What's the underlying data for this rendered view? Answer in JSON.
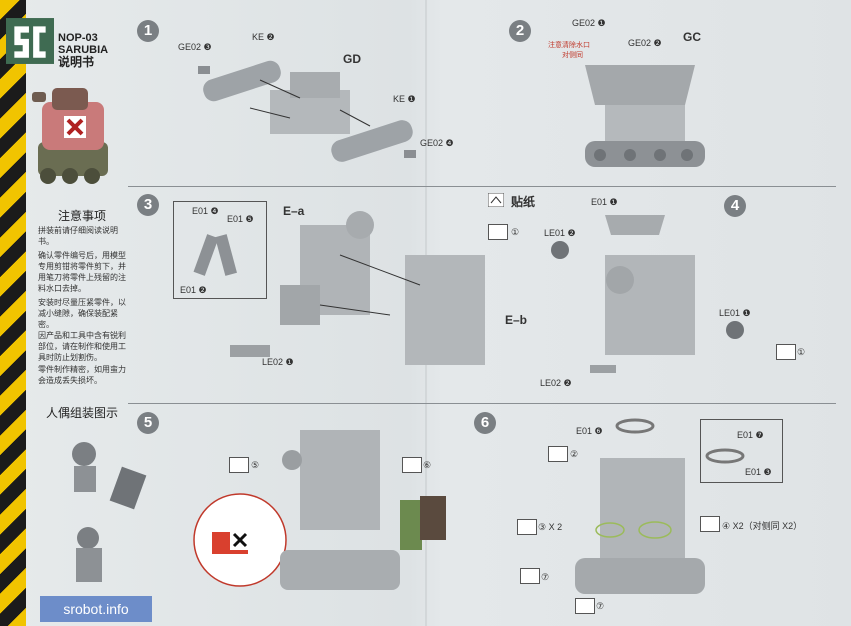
{
  "header": {
    "model_code": "NOP-03",
    "model_name": "SARUBIA",
    "manual_title": "说明书"
  },
  "steps": [
    {
      "num": "1",
      "labels": [
        "GE02 ❸",
        "KE ❷",
        "GD",
        "KE ❶",
        "GE02 ❹"
      ]
    },
    {
      "num": "2",
      "labels": [
        "GE02 ❶",
        "注意清除水口",
        "对侧同",
        "GE02 ❷",
        "GC"
      ]
    },
    {
      "num": "3",
      "labels": [
        "E01 ❹",
        "E01 ❺",
        "E01 ❷",
        "E–a",
        "E–b",
        "LE02 ❶"
      ]
    },
    {
      "num": "4",
      "labels": [
        "贴纸",
        "①",
        "LE01 ❷",
        "E01 ❶",
        "LE01 ❶",
        "LE02 ❷",
        "①"
      ]
    },
    {
      "num": "5",
      "labels": [
        "⑤",
        "⑥"
      ]
    },
    {
      "num": "6",
      "labels": [
        "E01 ❻",
        "②",
        "E01 ❼",
        "E01 ❸",
        "③ X 2",
        "④ X2（对侧同 X2）",
        "⑦",
        "⑦"
      ]
    }
  ],
  "notes": {
    "title": "注意事项",
    "items": [
      "拼装前请仔细阅读说明书。",
      "确认零件编号后，用模型专用剪钳将零件剪下，并用笔刀将零件上残留的注料水口去掉。",
      "安装时尽量压紧零件，以减小缝隙，确保装配紧密。",
      "因产品和工具中含有锐利部位，请在制作和使用工具时防止划割伤。",
      "零件制作精密，如用蛮力会造成丢失损坏。"
    ]
  },
  "figure_section": {
    "title": "人偶组装图示"
  },
  "watermark": "srobot.info"
}
